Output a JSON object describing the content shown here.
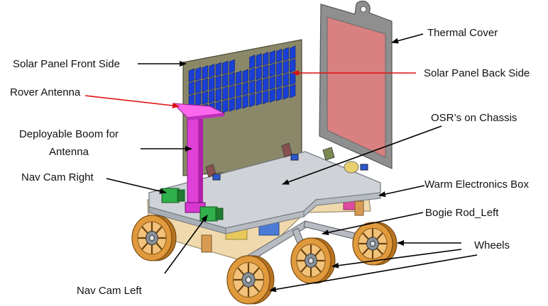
{
  "labels": {
    "solar_front": "Solar Panel Front Side",
    "rover_antenna": "Rover Antenna",
    "boom_line1": "Deployable Boom for",
    "boom_line2": "Antenna",
    "nav_cam_right": "Nav Cam Right",
    "nav_cam_left": "Nav Cam Left",
    "thermal_cover": "Thermal Cover",
    "solar_back": "Solar Panel Back Side",
    "osr_chassis": "OSR’s on Chassis",
    "web": "Warm Electronics Box",
    "bogie_left": "Bogie Rod_Left",
    "wheels": "Wheels"
  },
  "colors": {
    "panel_back": "#8a8868",
    "solar_cell": "#1a3fd6",
    "thermal_frame": "#8f8f8f",
    "thermal_inner": "#d98080",
    "antenna_boom": "#e040d8",
    "chassis_top": "#cfd3d8",
    "web_box": "#f0d9ac",
    "wheel": "#e09a3c",
    "nav_cam": "#2fb04a",
    "pointer_red": "#e01010",
    "pointer_black": "#000000"
  }
}
